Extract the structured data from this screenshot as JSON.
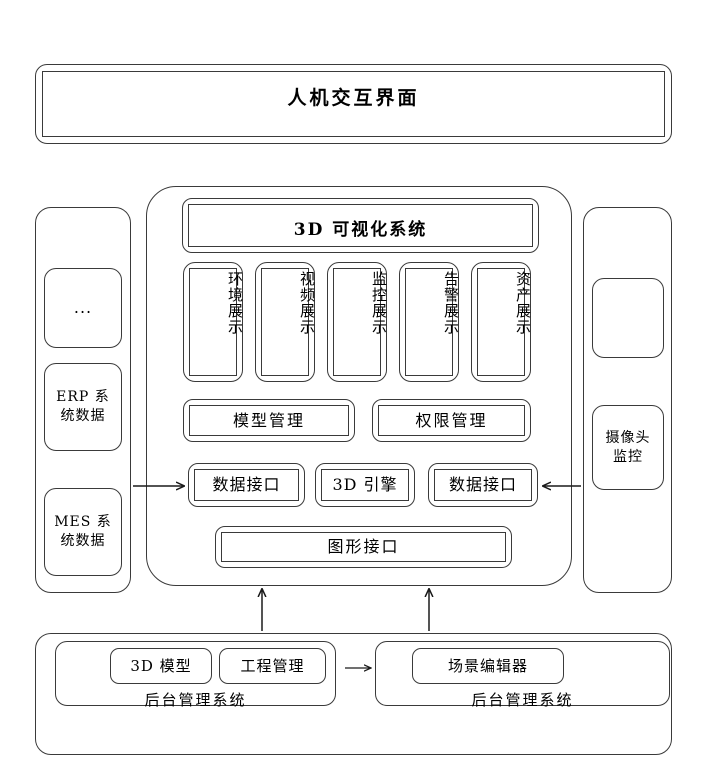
{
  "diagram": {
    "title_panel": {
      "label": "人机交互界面"
    },
    "left_column": {
      "items": [
        {
          "label": "..."
        },
        {
          "label": "ERP 系\n统数据"
        },
        {
          "label": "MES 系\n统数据"
        }
      ]
    },
    "right_column": {
      "items": [
        {
          "label": ""
        },
        {
          "label": "摄像头\n监控"
        }
      ]
    },
    "main_panel": {
      "visual_system": {
        "label": "3D 可视化系统"
      },
      "display_modules": [
        {
          "label": "环境展示"
        },
        {
          "label": "视频展示"
        },
        {
          "label": "监控展示"
        },
        {
          "label": "告警展示"
        },
        {
          "label": "资产展示"
        }
      ],
      "management": [
        {
          "label": "模型管理"
        },
        {
          "label": "权限管理"
        }
      ],
      "interfaces": [
        {
          "label": "数据接口"
        },
        {
          "label": "3D 引擎"
        },
        {
          "label": "数据接口"
        }
      ],
      "graphics_interface": {
        "label": "图形接口"
      }
    },
    "bottom_panel": {
      "left_group": {
        "boxes": [
          {
            "label": "3D 模型"
          },
          {
            "label": "工程管理"
          }
        ],
        "caption": "后台管理系统"
      },
      "right_group": {
        "boxes": [
          {
            "label": "场景编辑器"
          }
        ],
        "caption": "后台管理系统"
      }
    },
    "connectors": [
      {
        "name": "erp-mes-to-data-interface",
        "direction": "right"
      },
      {
        "name": "camera-to-data-interface",
        "direction": "left"
      },
      {
        "name": "backend-left-to-main",
        "direction": "up"
      },
      {
        "name": "backend-right-to-main",
        "direction": "up"
      },
      {
        "name": "left-group-to-right-group",
        "direction": "right"
      }
    ],
    "colors": {
      "stroke": "#3a3a3a",
      "text": "#000000",
      "background": "#ffffff"
    }
  }
}
